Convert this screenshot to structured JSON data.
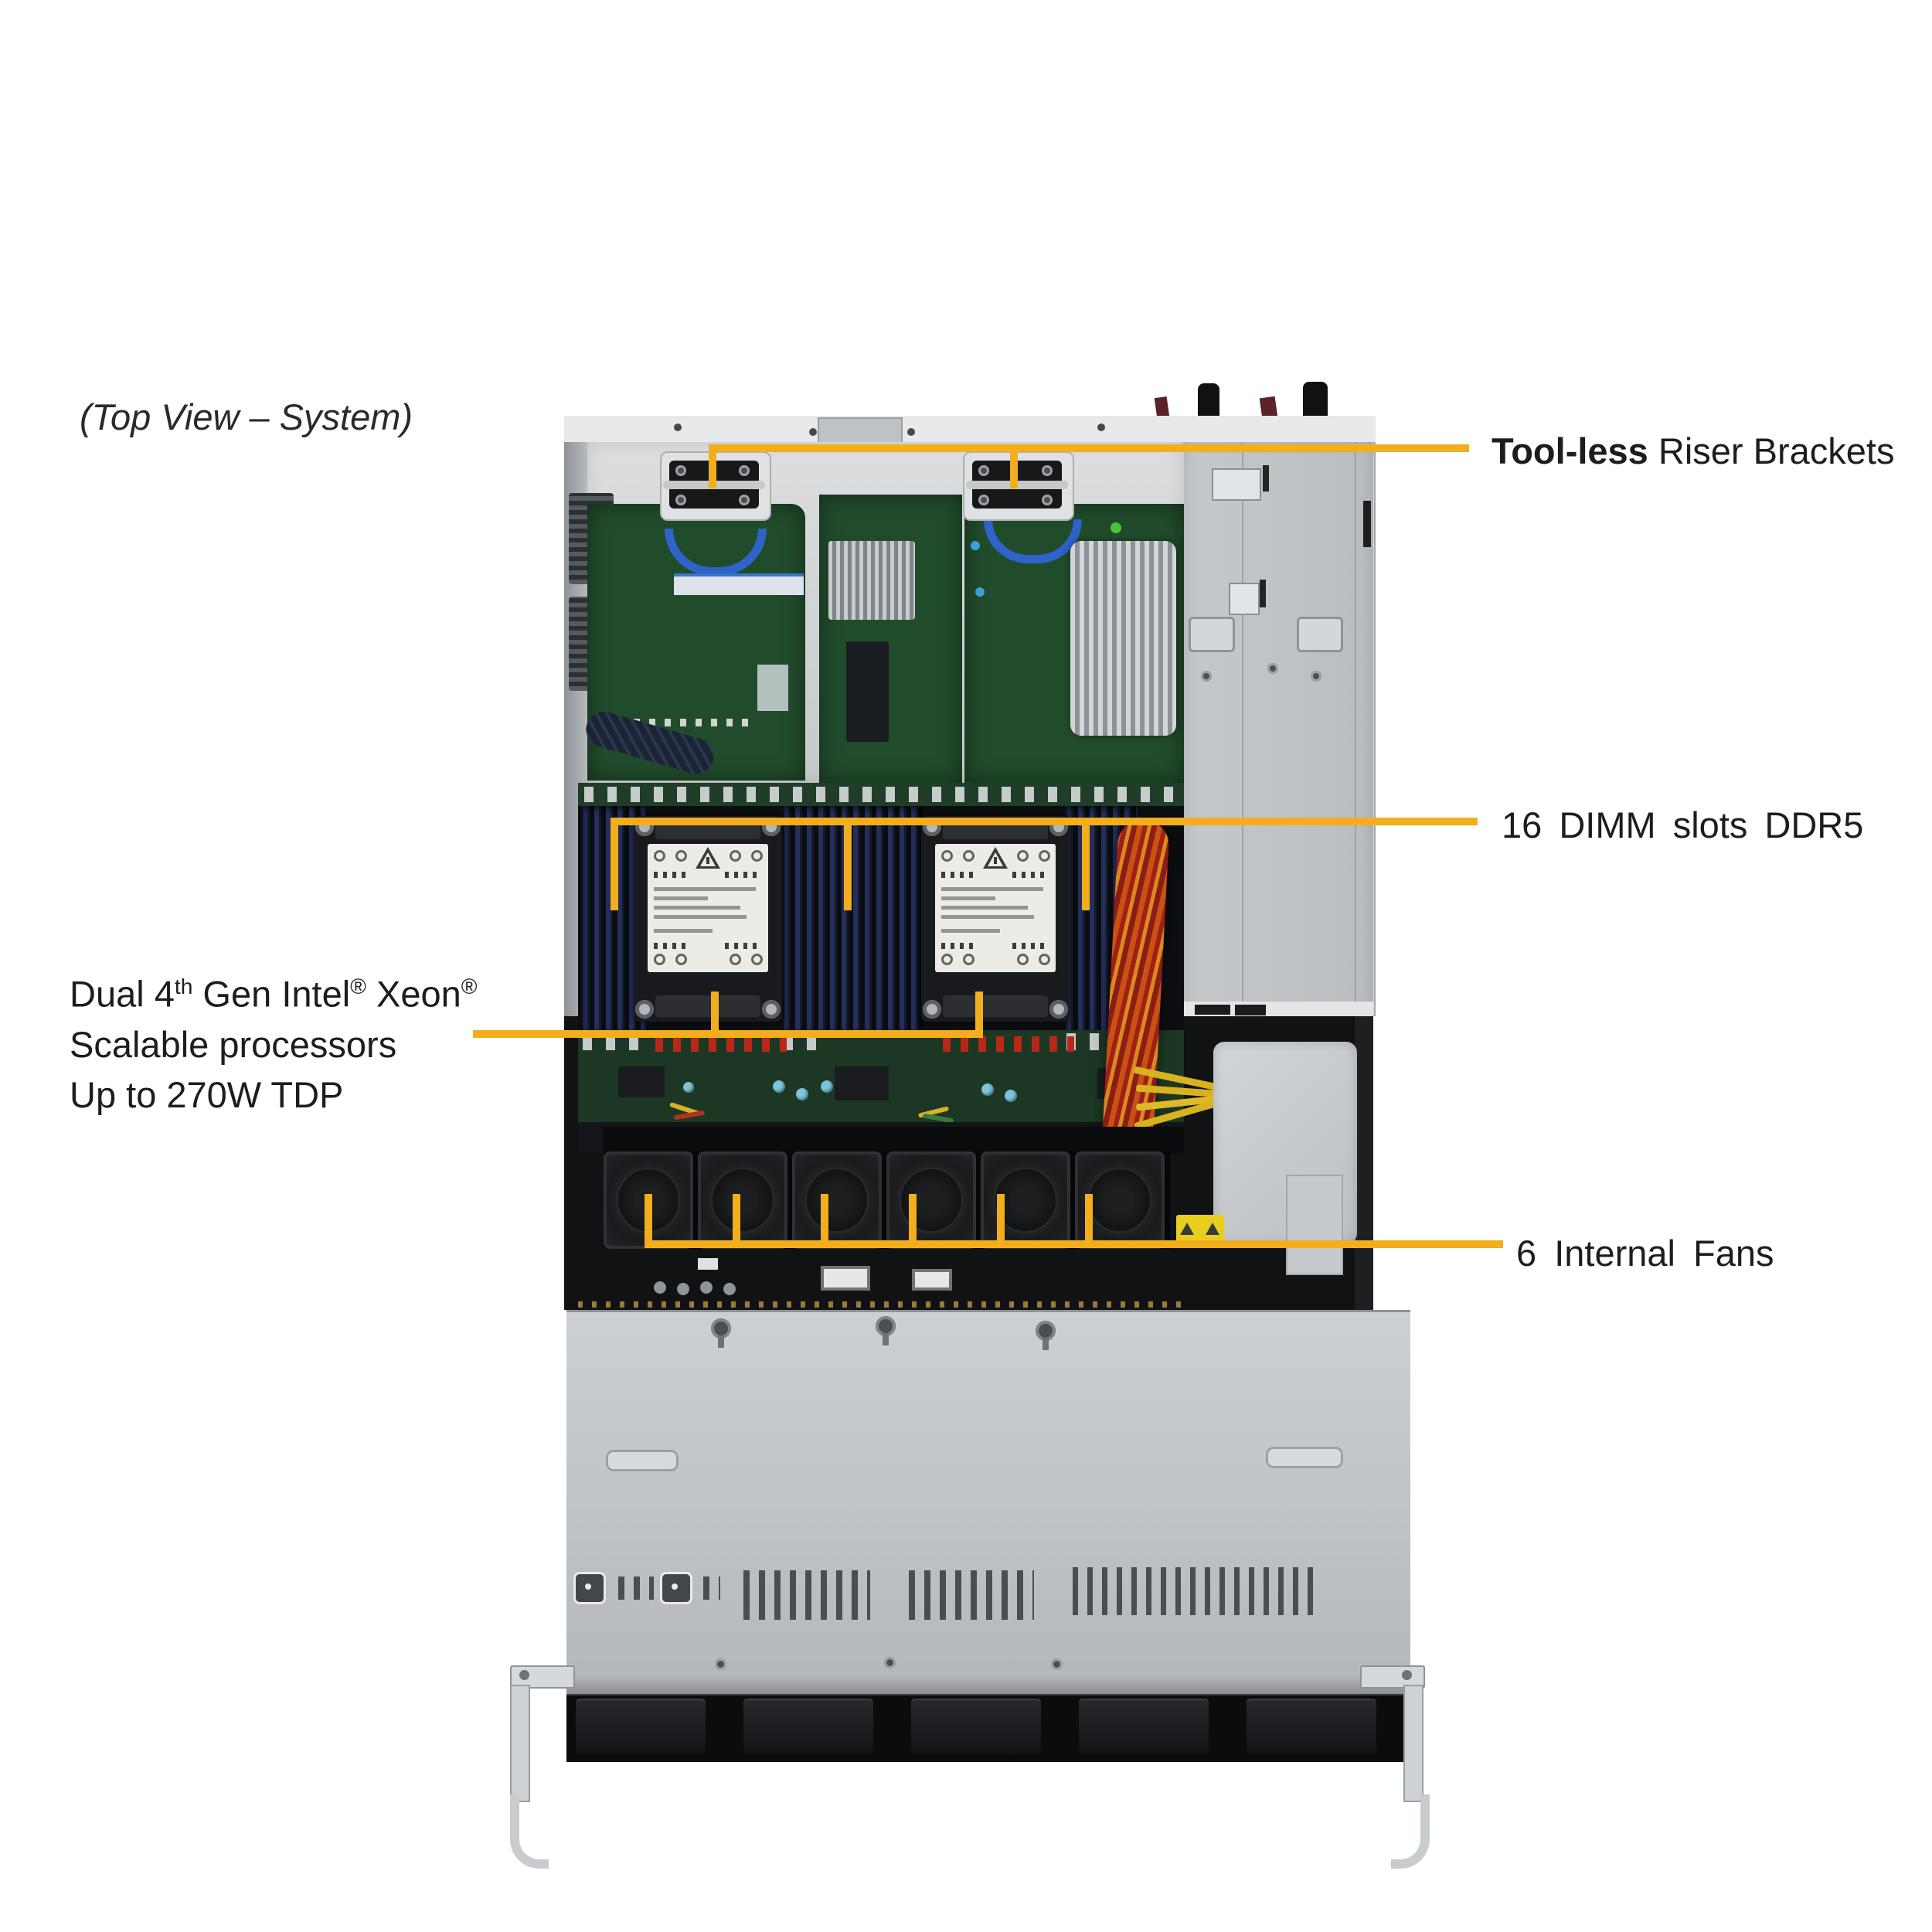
{
  "caption": {
    "top_view": "(Top View – System)"
  },
  "callouts": {
    "riser_brackets": {
      "bold": "Tool-less",
      "rest": " Riser Brackets"
    },
    "dimm_slots": {
      "text": "16 DIMM slots DDR5"
    },
    "processors": {
      "line1_parts": {
        "t1": "Dual 4",
        "sup1": "th",
        "t2": " Gen Intel",
        "sup2": "®",
        "t3": " Xeon",
        "sup3": "®"
      },
      "line2": "Scalable processors",
      "line3": "Up to 270W TDP"
    },
    "fans": {
      "text": "6 Internal Fans"
    }
  },
  "colors": {
    "callout_line": "#F2AE1C",
    "text": "#1d1d1f",
    "warning_yellow": "#E8CF1D"
  }
}
